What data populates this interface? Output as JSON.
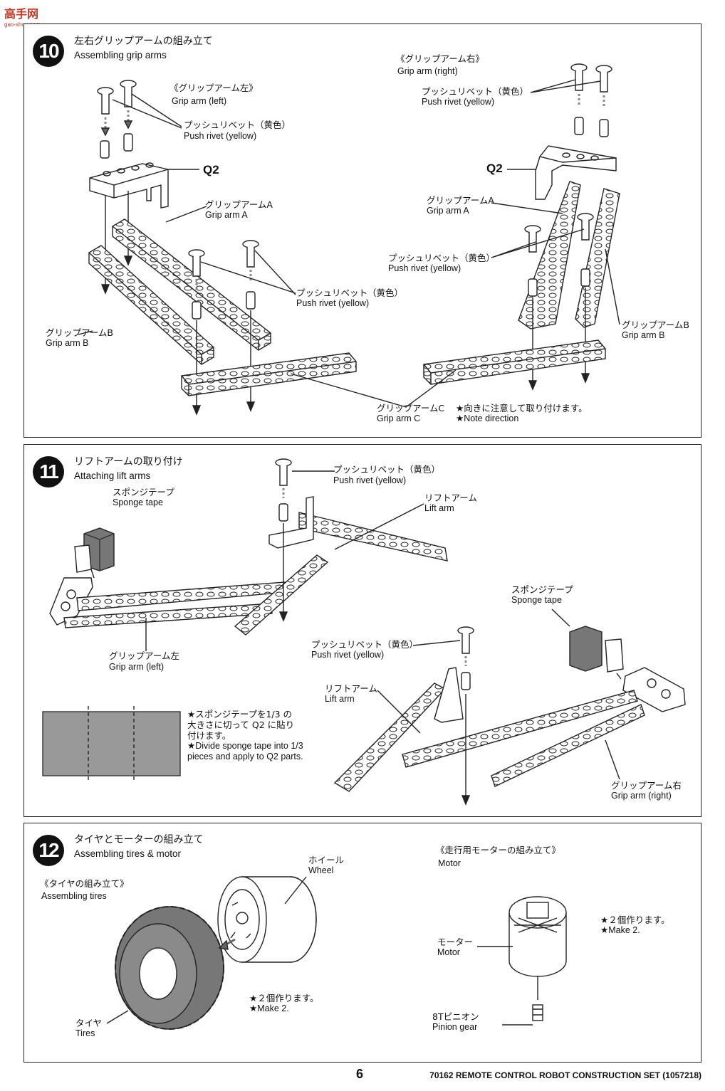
{
  "watermark": {
    "main": "高手网",
    "sub": "gao-shou.com"
  },
  "step10": {
    "number": "10",
    "title_jp": "左右グリップアームの組み立て",
    "title_en": "Assembling grip arms",
    "left_heading_jp": "《グリップアーム左》",
    "left_heading_en": "Grip arm (left)",
    "right_heading_jp": "《グリップアーム右》",
    "right_heading_en": "Grip arm (right)",
    "rivet_jp": "プッシュリベット（黄色）",
    "rivet_en": "Push rivet (yellow)",
    "q2": "Q2",
    "arm_a_jp": "グリップアームA",
    "arm_a_en": "Grip arm A",
    "arm_b_jp": "グリップアームB",
    "arm_b_en": "Grip arm B",
    "arm_c_jp": "グリップアームC",
    "arm_c_en": "Grip arm C",
    "note_jp": "★向きに注意して取り付けます。",
    "note_en": "★Note direction"
  },
  "step11": {
    "number": "11",
    "title_jp": "リフトアームの取り付け",
    "title_en": "Attaching lift arms",
    "sponge_jp": "スポンジテープ",
    "sponge_en": "Sponge tape",
    "rivet_jp": "プッシュリベット（黄色）",
    "rivet_en": "Push rivet (yellow)",
    "lift_jp": "リフトアーム",
    "lift_en": "Lift arm",
    "grip_left_jp": "グリップアーム左",
    "grip_left_en": "Grip arm (left)",
    "grip_right_jp": "グリップアーム右",
    "grip_right_en": "Grip arm (right)",
    "note_line1": "★スポンジテープを1/3 の",
    "note_line2": "大きさに切って Q2 に貼り",
    "note_line3": "付けます。",
    "note_line4": "★Divide sponge tape into 1/3",
    "note_line5": "pieces and apply to Q2 parts."
  },
  "step12": {
    "number": "12",
    "title_jp": "タイヤとモーターの組み立て",
    "title_en": "Assembling tires & motor",
    "tires_heading_jp": "《タイヤの組み立て》",
    "tires_heading_en": "Assembling tires",
    "wheel_jp": "ホイール",
    "wheel_en": "Wheel",
    "tire_jp": "タイヤ",
    "tire_en": "Tires",
    "make2_jp": "★２個作ります。",
    "make2_en": "★Make 2.",
    "motor_heading_jp": "《走行用モーターの組み立て》",
    "motor_heading_en": "Motor",
    "motor_jp": "モーター",
    "motor_en": "Motor",
    "pinion_jp": "8Tピニオン",
    "pinion_en": "Pinion gear"
  },
  "footer": {
    "page": "6",
    "text": "70162 REMOTE CONTROL ROBOT CONSTRUCTION SET (1057218)"
  }
}
